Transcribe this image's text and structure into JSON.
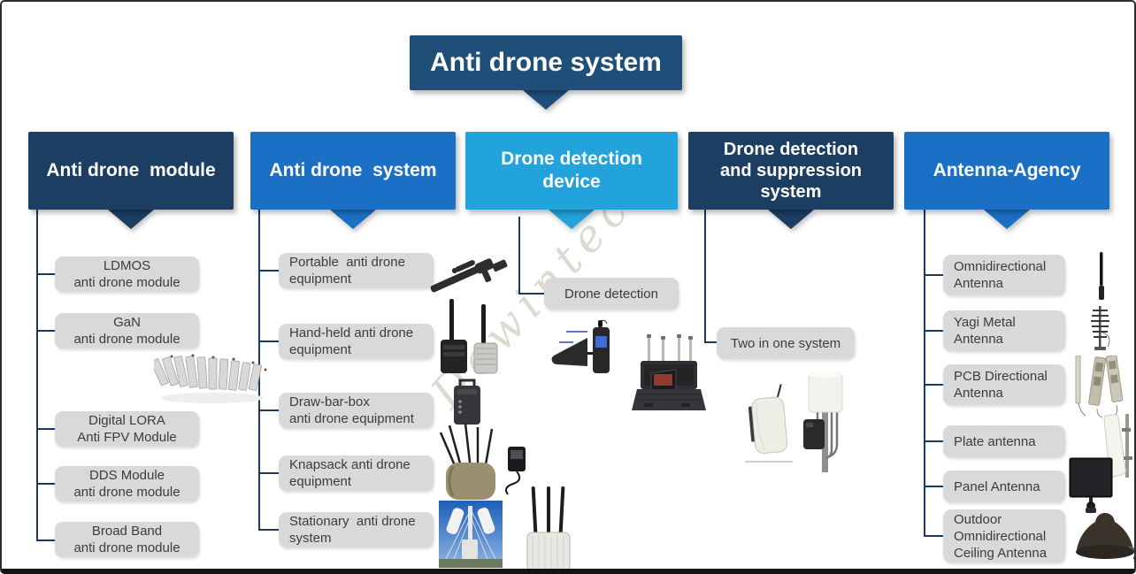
{
  "title": "Anti drone system",
  "watermark": "Dewintech",
  "colors": {
    "title": "#1F4E79",
    "navy": "#1C3E63",
    "blue": "#1B70C6",
    "lightblue": "#22A3DC",
    "gray": "#D9D9D9",
    "line": "#1C3A5C",
    "text": "#3C3C3C",
    "watermark": "#C9C5B6"
  },
  "columns": [
    {
      "header": {
        "lines": [
          "Anti drone  module"
        ]
      },
      "items": [
        {
          "lines": [
            "LDMOS",
            "anti drone module"
          ]
        },
        {
          "lines": [
            "GaN",
            "anti drone module"
          ]
        },
        {
          "lines": [
            "Digital LORA",
            "Anti FPV Module"
          ]
        },
        {
          "lines": [
            "DDS Module",
            "anti drone module"
          ]
        },
        {
          "lines": [
            "Broad Band",
            "anti drone module"
          ]
        }
      ]
    },
    {
      "header": {
        "lines": [
          "Anti drone  system"
        ]
      },
      "items": [
        {
          "lines": [
            "Portable  anti drone",
            "equipment"
          ]
        },
        {
          "lines": [
            "Hand-held anti drone",
            "equipment"
          ]
        },
        {
          "lines": [
            "Draw-bar-box",
            "anti drone equipment"
          ]
        },
        {
          "lines": [
            "Knapsack anti drone",
            "equipment"
          ]
        },
        {
          "lines": [
            "Stationary  anti drone",
            "system"
          ]
        }
      ]
    },
    {
      "header": {
        "lines": [
          "Drone detection",
          "device"
        ]
      },
      "items": [
        {
          "lines": [
            "Drone detection"
          ]
        }
      ]
    },
    {
      "header": {
        "lines": [
          "Drone detection",
          "and suppression",
          "system"
        ]
      },
      "items": [
        {
          "lines": [
            "Two in one system"
          ]
        }
      ]
    },
    {
      "header": {
        "lines": [
          "Antenna-Agency"
        ]
      },
      "items": [
        {
          "lines": [
            "Omnidirectional",
            "Antenna"
          ]
        },
        {
          "lines": [
            "Yagi Metal",
            "Antenna"
          ]
        },
        {
          "lines": [
            "PCB Directional",
            "Antenna"
          ]
        },
        {
          "lines": [
            "Plate antenna"
          ]
        },
        {
          "lines": [
            "Panel Antenna"
          ]
        },
        {
          "lines": [
            "Outdoor",
            "Omnidirectional",
            "Ceiling Antenna"
          ]
        }
      ]
    }
  ],
  "figures": [
    "gan-modules-photo",
    "portable-gun-photo",
    "handheld-devices-photo",
    "drawbar-box-photo",
    "knapsack-photo",
    "stationary-mast-photo",
    "outdoor-unit-photo",
    "detection-handheld-photo",
    "suitcase-detector-photo",
    "wallbox-photo",
    "pole-unit-photo",
    "omni-antenna-photo",
    "yagi-antenna-photo",
    "pcb-antenna-photo",
    "plate-antenna-photo",
    "panel-antenna-photo",
    "ceiling-antenna-photo"
  ]
}
